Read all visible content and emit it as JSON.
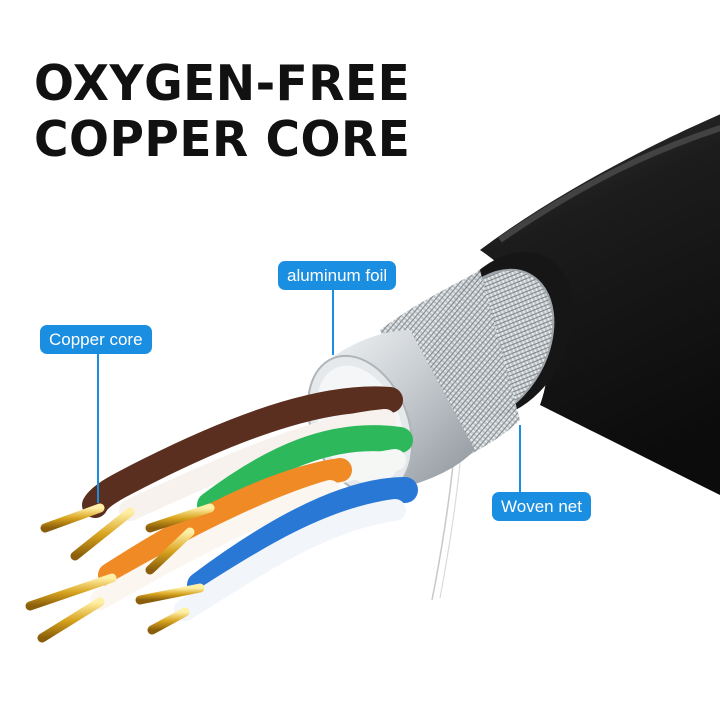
{
  "headline": {
    "line1": "OXYGEN-FREE",
    "line2": "COPPER CORE"
  },
  "labels": {
    "aluminum_foil": "aluminum foil",
    "copper_core": "Copper core",
    "woven_net": "Woven net"
  },
  "colors": {
    "label_bg": "#1a8ee0",
    "headline": "#111111",
    "jacket": "#1c1c1c",
    "foil": "#d9dde0",
    "copper": "#d9a520",
    "wire_green": "#2eb85c",
    "wire_blue": "#2a78d6",
    "wire_orange": "#f08a24",
    "wire_brown": "#5b2f1f"
  }
}
